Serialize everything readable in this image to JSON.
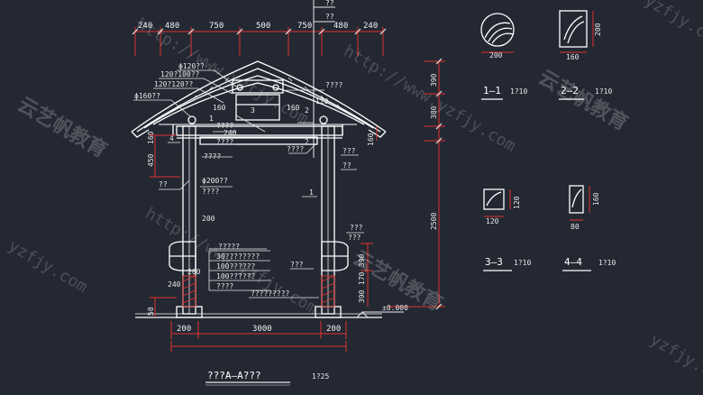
{
  "top_dims": [
    "240",
    "480",
    "750",
    "500",
    "750",
    "480",
    "240"
  ],
  "top_right_notes": [
    "??",
    "??"
  ],
  "left_labels": {
    "phi120": "ϕ120??",
    "l120_100": "120?100??",
    "l120_120": "120?120??",
    "phi160": "ϕ160??",
    "phi200": "ϕ200??",
    "under_phi200": "????",
    "q_left": "??"
  },
  "center_labels": {
    "ridge": "????",
    "q1": "????",
    "q2": "????",
    "q3": "????",
    "q4": "????",
    "q5": "???",
    "q6": "??",
    "q7": "???",
    "q8": "???",
    "q9": "???"
  },
  "markers": [
    "3",
    "2",
    "2",
    "1",
    "4",
    "1"
  ],
  "vertical_dims": [
    "390",
    "380",
    "160",
    "2500",
    "450",
    "160",
    "390",
    "170",
    "390"
  ],
  "red_dims": [
    "200",
    "200",
    "240",
    "50",
    "240",
    "160",
    "120",
    "160"
  ],
  "bottom_dims": [
    "200",
    "3000",
    "200"
  ],
  "legend_lines": [
    "?????",
    "30????????",
    "100??????",
    "100??????",
    "????"
  ],
  "bottom_right_label": "?????????",
  "elevation": "±0.000",
  "main_title": "???A—A???",
  "main_scale": "1?25",
  "sections": [
    {
      "label": "1—1",
      "scale": "1?10",
      "dim": "200"
    },
    {
      "label": "2—2",
      "scale": "1?10",
      "dim_w": "160",
      "dim_h": "200"
    },
    {
      "label": "3—3",
      "scale": "1?10",
      "dim_w": "120",
      "dim_h": "120"
    },
    {
      "label": "4—4",
      "scale": "1?10",
      "dim_w": "80",
      "dim_h": "160"
    }
  ],
  "watermarks": [
    "云艺帆教育",
    "http://www.yzfjy.com",
    "yzfjy.com"
  ]
}
